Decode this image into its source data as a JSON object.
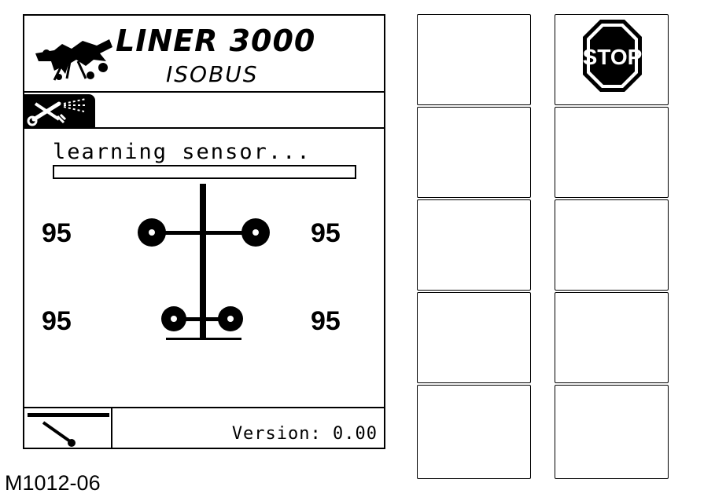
{
  "header": {
    "title": "LINER 3000",
    "subtitle": "ISOBUS",
    "logo_icon": "tree-logo-icon"
  },
  "tab": {
    "icon": "spray-wrench-icon"
  },
  "status": {
    "text": "learning sensor...",
    "progress": 0
  },
  "sensors": {
    "top_left": "95",
    "top_right": "95",
    "bottom_left": "95",
    "bottom_right": "95"
  },
  "footer": {
    "icon": "lever-icon",
    "version": "Version: 0.00"
  },
  "softkeys": {
    "stop_label": "STOP",
    "stop_color": "#000000"
  },
  "figure_id": "M1012-06"
}
